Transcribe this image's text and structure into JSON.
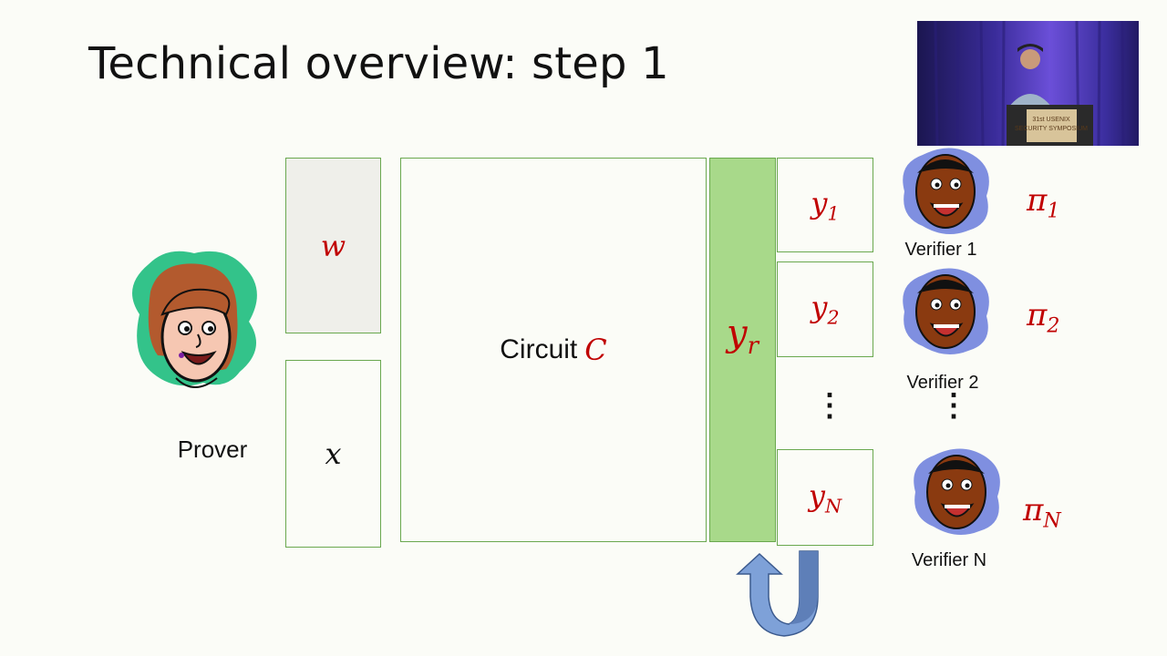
{
  "slide": {
    "title": "Technical overview: step 1"
  },
  "prover": {
    "label": "Prover"
  },
  "inputs": {
    "witness": "w",
    "statement": "x"
  },
  "circuit": {
    "label": "Circuit",
    "symbol": "C"
  },
  "randomness": {
    "symbol": "y",
    "subscript": "r"
  },
  "outputs": [
    {
      "symbol": "y",
      "subscript": "1"
    },
    {
      "symbol": "y",
      "subscript": "2"
    },
    {
      "symbol": "y",
      "subscript": "N"
    }
  ],
  "verifiers": [
    {
      "label": "Verifier 1",
      "proof_symbol": "π",
      "proof_subscript": "1"
    },
    {
      "label": "Verifier 2",
      "proof_symbol": "π",
      "proof_subscript": "2"
    },
    {
      "label": "Verifier N",
      "proof_symbol": "π",
      "proof_subscript": "N"
    }
  ],
  "ellipsis": "⋮",
  "colors": {
    "box_border": "#6aa84f",
    "yr_fill": "#a8d98a",
    "witness_fill": "#efefea",
    "math_red": "#c00000",
    "arrow_blue": "#6f8fc7"
  }
}
